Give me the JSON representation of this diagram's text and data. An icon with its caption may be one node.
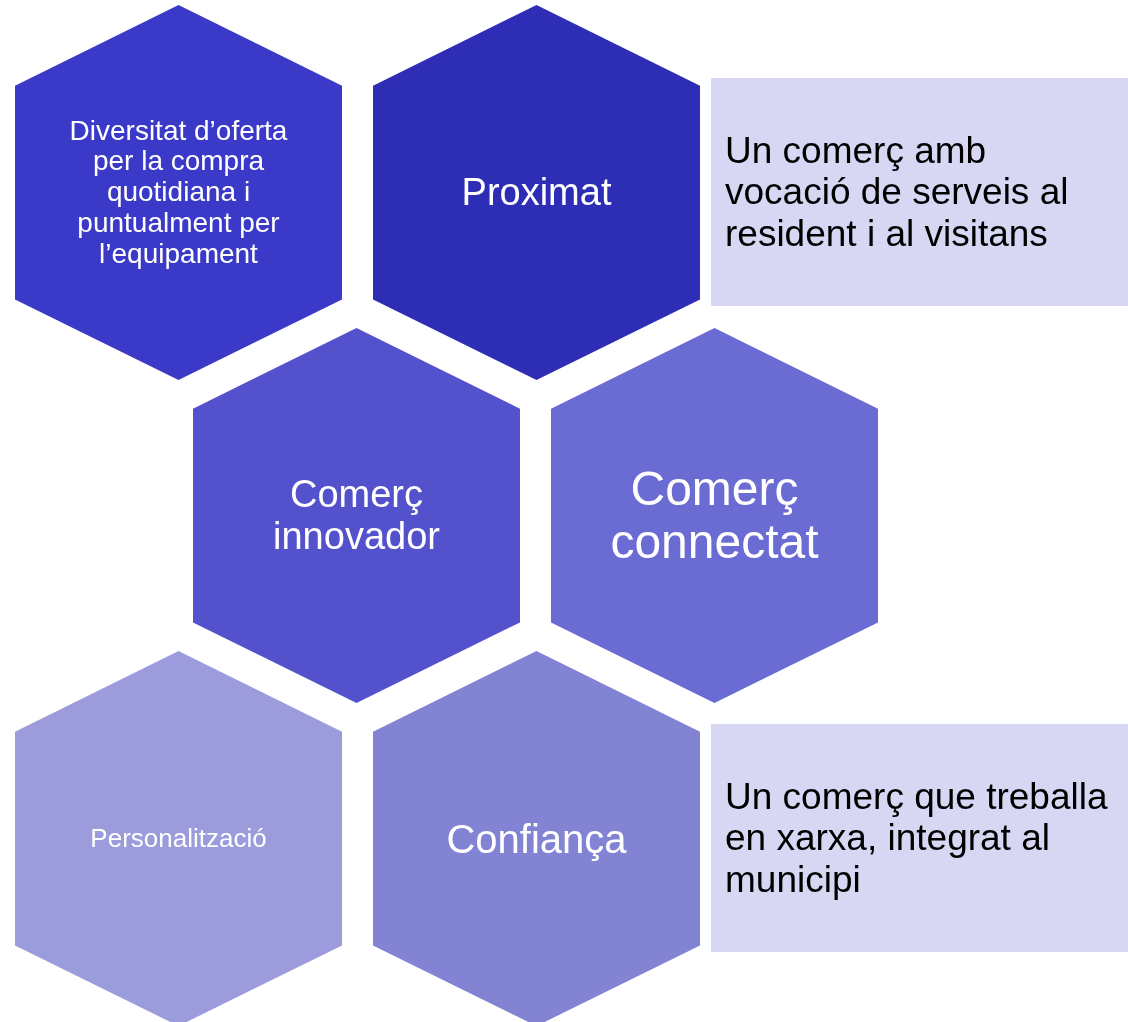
{
  "diagram": {
    "nodes": [
      {
        "text": [
          "Diversitat d’oferta per la compra quotidiana i puntualment per l’equipament"
        ]
      },
      {
        "text": [
          "Proximat"
        ]
      },
      {
        "text": [
          "Un comerç amb vocació de serveis al resident i al visitans"
        ]
      },
      {
        "text": [
          "Comerç innovador"
        ]
      },
      {
        "text": [
          "Comerç connectat"
        ]
      },
      {
        "text": [
          "Personalització"
        ]
      },
      {
        "text": [
          "Confiança"
        ]
      },
      {
        "text": [
          "Un comerç que treballa en xarxa, integrat al municipi"
        ]
      }
    ]
  }
}
